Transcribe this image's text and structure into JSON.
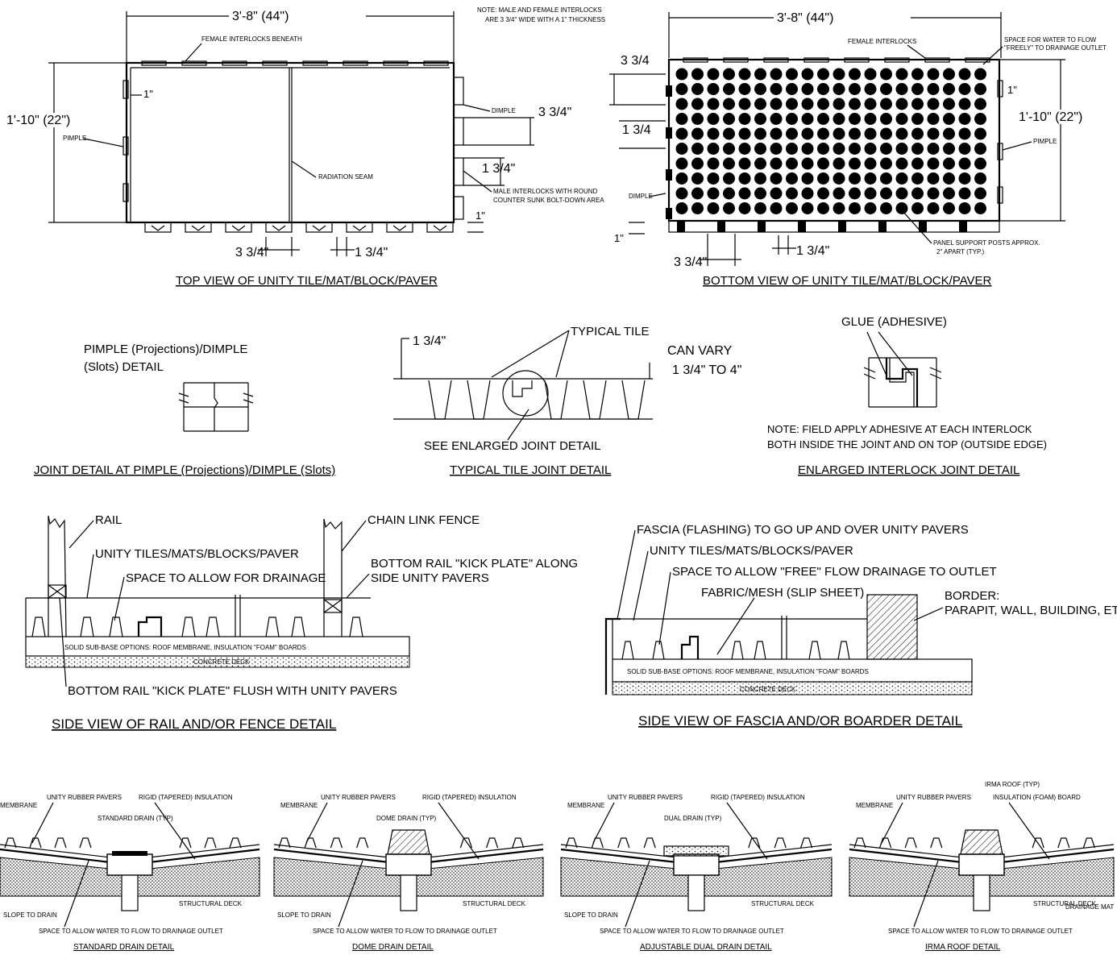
{
  "colors": {
    "ink": "#000000",
    "paper": "#ffffff"
  },
  "top_view": {
    "width_dim": "3'-8\" (44\")",
    "height_dim": "1'-10\" (22\")",
    "note_line1": "NOTE: MALE AND FEMALE INTERLOCKS",
    "note_line2": "ARE 3 3/4\" WIDE WITH A 1\" THICKNESS",
    "female_label": "FEMALE INTERLOCKS BENEATH",
    "one_inch": "1\"",
    "pimple": "PIMPLE",
    "dimple": "DIMPLE",
    "radiation_seam": "RADIATION SEAM",
    "male_label_1": "MALE INTERLOCKS WITH ROUND",
    "male_label_2": "COUNTER SUNK BOLT-DOWN AREA",
    "dim_3_3_4": "3 3/4\"",
    "dim_1_3_4": "1 3/4\"",
    "bottom_one": "1\"",
    "title": "TOP VIEW OF UNITY TILE/MAT/BLOCK/PAVER"
  },
  "bottom_view": {
    "width_dim": "3'-8\" (44\")",
    "height_dim": "1'-10\" (22\")",
    "female_label": "FEMALE INTERLOCKS",
    "space_label_1": "SPACE FOR WATER TO FLOW",
    "space_label_2": "\"FREELY\" TO DRAINAGE OUTLET",
    "one_inch": "1\"",
    "pimple": "PIMPLE",
    "dimple": "DIMPLE",
    "dim_3_3_4": "3 3/4",
    "dim_1_3_4": "1 3/4",
    "dim_3_3_4b": "3 3/4\"",
    "dim_1_3_4b": "1 3/4\"",
    "bottom_one": "1\"",
    "posts_1": "PANEL SUPPORT POSTS APPROX.",
    "posts_2": "2\" APART (TYP.)",
    "title": "BOTTOM VIEW OF UNITY TILE/MAT/BLOCK/PAVER"
  },
  "joint_detail": {
    "label_1": "PIMPLE (Projections)/DIMPLE",
    "label_2": "(Slots) DETAIL",
    "title": "JOINT DETAIL AT PIMPLE (Projections)/DIMPLE (Slots)"
  },
  "typical_tile": {
    "dim": "1 3/4\"",
    "typical_tile": "TYPICAL TILE",
    "can_vary_1": "CAN VARY",
    "can_vary_2": "1 3/4\" TO 4\"",
    "see_enlarged": "SEE ENLARGED JOINT DETAIL",
    "title": "TYPICAL TILE JOINT DETAIL"
  },
  "interlock": {
    "glue": "GLUE (ADHESIVE)",
    "note_1": "NOTE: FIELD APPLY ADHESIVE AT EACH INTERLOCK",
    "note_2": "BOTH INSIDE THE JOINT AND ON TOP (OUTSIDE EDGE)",
    "title": "ENLARGED INTERLOCK JOINT DETAIL"
  },
  "rail": {
    "rail": "RAIL",
    "chain_link": "CHAIN LINK FENCE",
    "unity": "UNITY TILES/MATS/BLOCKS/PAVER",
    "space": "SPACE TO ALLOW FOR DRAINAGE",
    "kick_1": "BOTTOM RAIL \"KICK PLATE\" ALONG",
    "kick_2": "SIDE UNITY PAVERS",
    "subbase": "SOLID SUB-BASE OPTIONS: ROOF MEMBRANE, INSULATION \"FOAM\" BOARDS",
    "concrete": "CONCRETE DECK",
    "flush": "BOTTOM RAIL \"KICK PLATE\" FLUSH WITH UNITY PAVERS",
    "title": "SIDE VIEW OF RAIL AND/OR FENCE DETAIL"
  },
  "fascia": {
    "fascia": "FASCIA (FLASHING) TO GO UP AND OVER UNITY PAVERS",
    "unity": "UNITY TILES/MATS/BLOCKS/PAVER",
    "space": "SPACE TO ALLOW \"FREE\" FLOW DRAINAGE TO OUTLET",
    "fabric": "FABRIC/MESH (SLIP SHEET)",
    "border_1": "BORDER:",
    "border_2": "PARAPIT, WALL, BUILDING, ETC",
    "subbase": "SOLID SUB-BASE OPTIONS: ROOF MEMBRANE, INSULATION \"FOAM\" BOARDS",
    "concrete": "CONCRETE DECK",
    "title": "SIDE VIEW OF FASCIA AND/OR BOARDER DETAIL"
  },
  "drains": [
    {
      "membrane": "MEMBRANE",
      "pavers": "UNITY RUBBER PAVERS",
      "insulation": "RIGID (TAPERED) INSULATION",
      "drain": "STANDARD DRAIN (TYP)",
      "slope": "SLOPE TO DRAIN",
      "deck": "STRUCTURAL DECK",
      "space": "SPACE TO ALLOW WATER TO FLOW TO DRAINAGE OUTLET",
      "title": "STANDARD DRAIN DETAIL"
    },
    {
      "membrane": "MEMBRANE",
      "pavers": "UNITY RUBBER PAVERS",
      "insulation": "RIGID (TAPERED) INSULATION",
      "drain": "DOME DRAIN (TYP)",
      "slope": "SLOPE TO DRAIN",
      "deck": "STRUCTURAL DECK",
      "space": "SPACE TO ALLOW WATER TO FLOW TO DRAINAGE OUTLET",
      "title": "DOME DRAIN DETAIL"
    },
    {
      "membrane": "MEMBRANE",
      "pavers": "UNITY RUBBER PAVERS",
      "insulation": "RIGID (TAPERED) INSULATION",
      "drain": "DUAL DRAIN (TYP)",
      "slope": "SLOPE TO DRAIN",
      "deck": "STRUCTURAL DECK",
      "space": "SPACE TO ALLOW WATER TO FLOW TO DRAINAGE OUTLET",
      "title": "ADJUSTABLE DUAL DRAIN DETAIL"
    },
    {
      "membrane": "MEMBRANE",
      "pavers": "UNITY RUBBER PAVERS",
      "irma": "IRMA ROOF (TYP)",
      "insulation": "INSULATION (FOAM) BOARD",
      "drainage_mat": "DRAINAGE MAT",
      "deck": "STRUCTURAL DECK",
      "space": "SPACE TO ALLOW WATER TO FLOW TO DRAINAGE OUTLET",
      "title": "IRMA ROOF DETAIL"
    }
  ]
}
